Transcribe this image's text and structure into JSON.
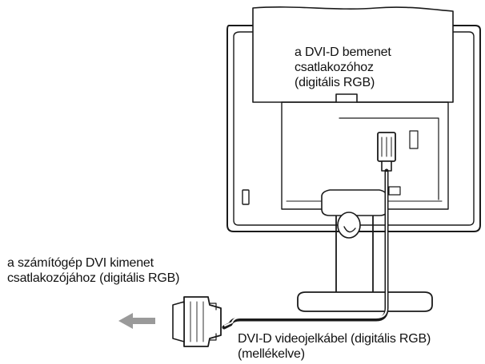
{
  "labels": {
    "monitor_input": [
      "a DVI-D bemenet",
      "csatlakozóhoz",
      "(digitális RGB)"
    ],
    "computer_output": [
      "a számítógép DVI kimenet",
      "csatlakozójához (digitális RGB)"
    ],
    "cable": [
      "DVI-D videojelkábel (digitális RGB)",
      "(mellékelve)"
    ]
  },
  "icons": {
    "direction_arrow": "left-arrow-icon"
  },
  "colors": {
    "line": "#1a1a1a",
    "panel_fill": "#ffffff",
    "arrow": "#9a9a9a",
    "shade": "#e6e6e6"
  }
}
